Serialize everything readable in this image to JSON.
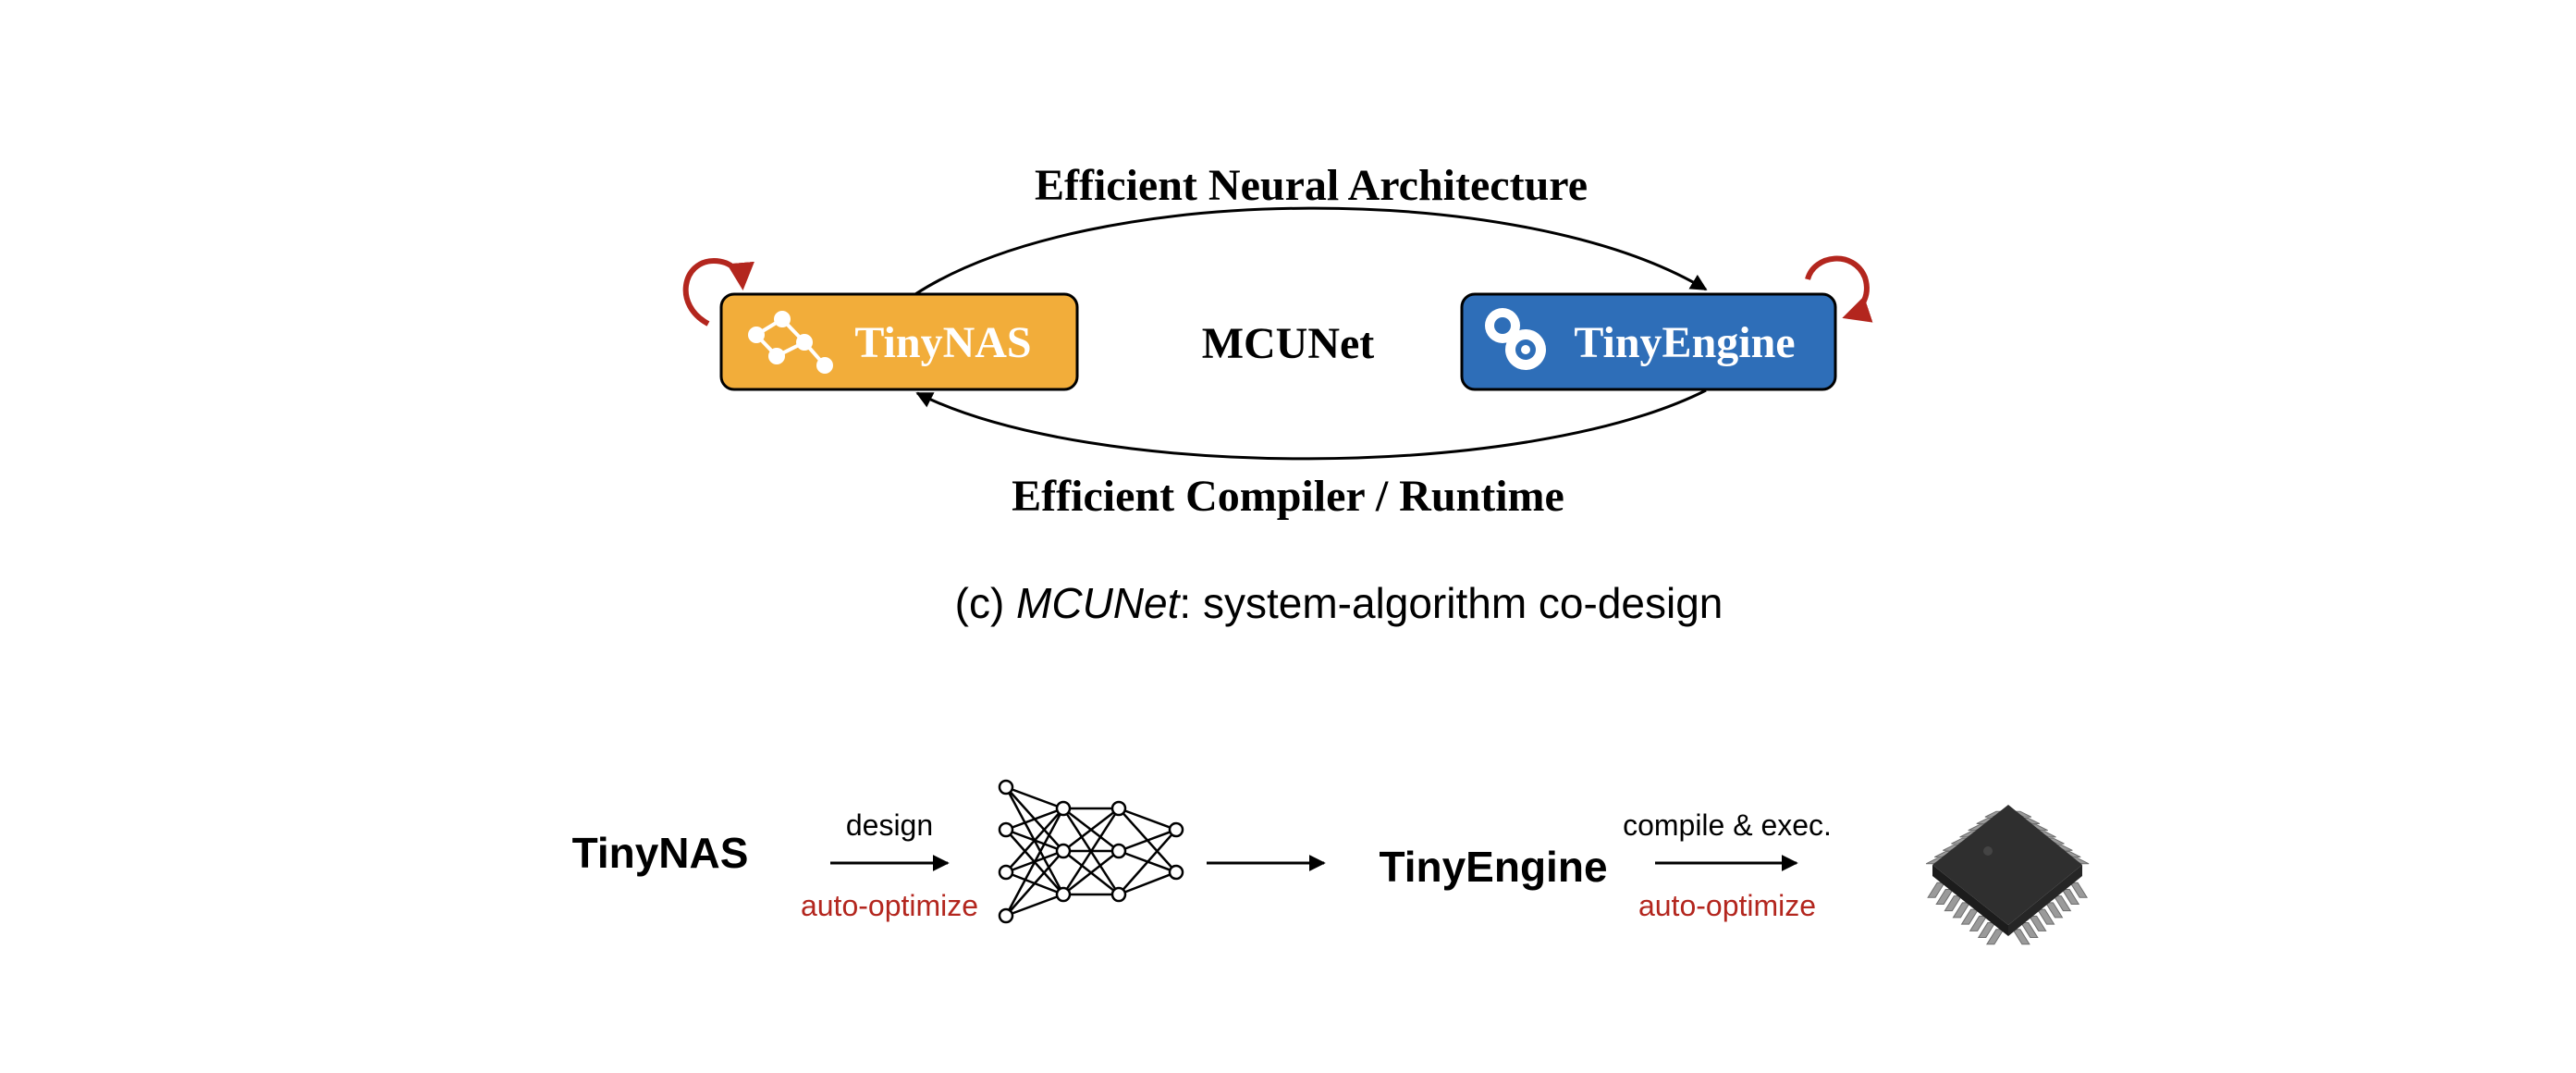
{
  "cycle": {
    "top_label": "Efficient Neural Architecture",
    "bottom_label": "Efficient Compiler / Runtime",
    "center_label": "MCUNet",
    "left_box": {
      "label": "TinyNAS",
      "color": "#F2AD3A",
      "icon": "network-graph-icon"
    },
    "right_box": {
      "label": "TinyEngine",
      "color": "#2E6EB8",
      "icon": "gears-icon"
    },
    "loop_arrow_color": "#B3261E"
  },
  "caption": {
    "prefix": "(c) ",
    "title": "MCUNet",
    "rest": ": system-algorithm co-design"
  },
  "pipeline": {
    "stage1": "TinyNAS",
    "arrow1_top": "design",
    "arrow1_bottom": "auto-optimize",
    "stage2": "TinyEngine",
    "arrow3_top": "compile & exec.",
    "arrow3_bottom": "auto-optimize",
    "network_icon": "neural-network-icon",
    "chip_icon": "microcontroller-chip-icon",
    "accent_color": "#B3261E"
  }
}
